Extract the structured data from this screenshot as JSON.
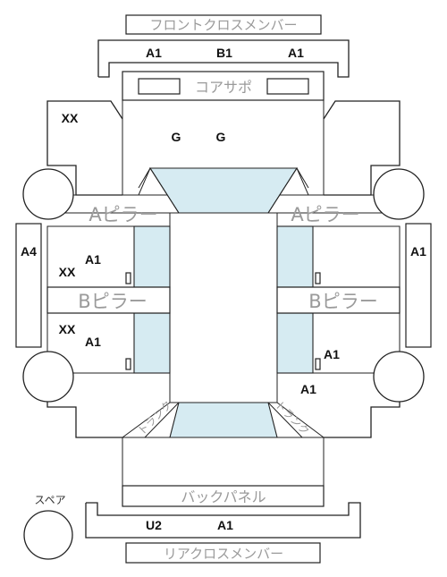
{
  "labels": {
    "front_cross_member": "フロントクロスメンバー",
    "core_support": "コアサポ",
    "a_pillar_left": "Aピラー",
    "a_pillar_right": "Aピラー",
    "b_pillar_left": "Bピラー",
    "b_pillar_right": "Bピラー",
    "back_panel": "バックパネル",
    "rear_cross_member": "リアクロスメンバー",
    "spare": "スペア",
    "trunk_left": "トランク",
    "trunk_right": "トランク"
  },
  "codes": {
    "front_member_left": "A1",
    "front_member_center": "B1",
    "front_member_right": "A1",
    "front_left_fender": "XX",
    "hood_left": "G",
    "hood_right": "G",
    "left_rocker": "A4",
    "right_rocker": "A1",
    "left_front_door_code": "A1",
    "left_front_door_state": "XX",
    "left_rear_door_state": "XX",
    "left_rear_door_code": "A1",
    "right_rear_door": "A1",
    "right_quarter": "A1",
    "rear_member_left": "U2",
    "rear_member_right": "A1"
  }
}
